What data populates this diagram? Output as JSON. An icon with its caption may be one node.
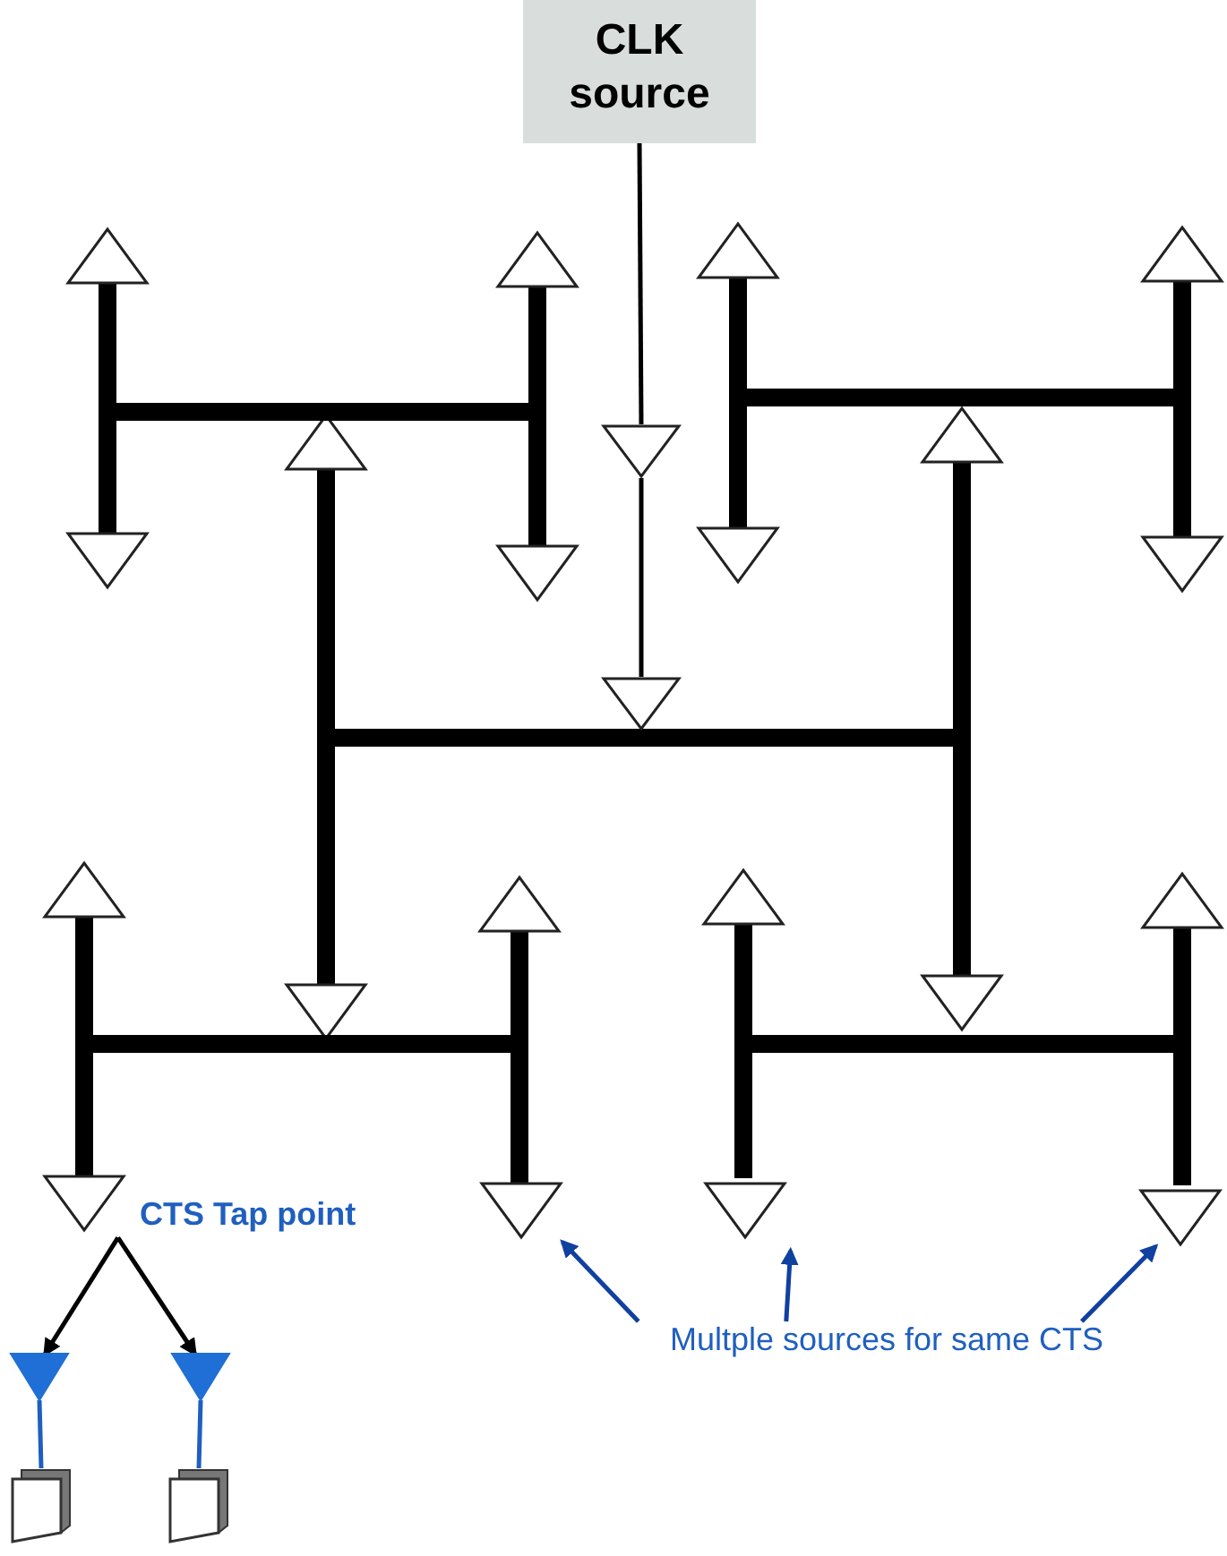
{
  "diagram": {
    "nodes": [
      {
        "text": [
          "CLK source"
        ]
      },
      {
        "text": [],
        "shape": "triangle"
      },
      {
        "text": [],
        "shape": "triangle"
      },
      {
        "text": [],
        "shape": "triangle",
        "beside": [
          "CTS Tap point"
        ]
      },
      {
        "text": [],
        "shape": "triangle"
      },
      {
        "text": [],
        "shape": "triangle"
      },
      {
        "text": [],
        "shape": "box"
      },
      {
        "text": [],
        "shape": "box"
      },
      {
        "text": [],
        "shape": "triangle"
      },
      {
        "text": [],
        "shape": "triangle"
      },
      {
        "text": [],
        "shape": "triangle"
      },
      {
        "text": [
          "Multple sources for same CTS"
        ]
      }
    ],
    "edges": [
      {
        "from": 0,
        "to": 1,
        "arrow": "none",
        "color": "#000000"
      },
      {
        "from": 1,
        "to": 2,
        "arrow": "none",
        "color": "#000000"
      },
      {
        "from": 3,
        "to": 4,
        "arrow": "to",
        "color": "#000000"
      },
      {
        "from": 3,
        "to": 5,
        "arrow": "to",
        "color": "#000000"
      },
      {
        "from": 4,
        "to": 6,
        "arrow": "none",
        "color": "#1f5fbf"
      },
      {
        "from": 5,
        "to": 7,
        "arrow": "none",
        "color": "#1f5fbf"
      },
      {
        "from": 11,
        "to": 8,
        "arrow": "to",
        "color": "#1040a0"
      },
      {
        "from": 11,
        "to": 9,
        "arrow": "to",
        "color": "#1040a0"
      },
      {
        "from": 11,
        "to": 10,
        "arrow": "to",
        "color": "#1040a0"
      }
    ]
  }
}
